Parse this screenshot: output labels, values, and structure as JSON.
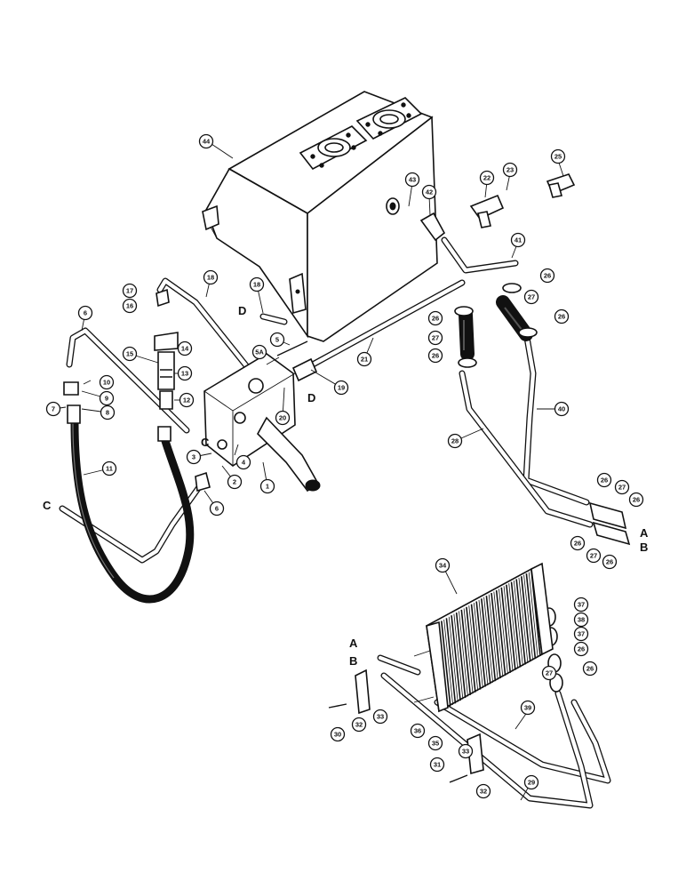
{
  "callouts": [
    "1",
    "2",
    "3",
    "4",
    "5",
    "5A",
    "6",
    "6",
    "7",
    "8",
    "9",
    "10",
    "11",
    "12",
    "13",
    "14",
    "15",
    "16",
    "17",
    "18",
    "18",
    "19",
    "20",
    "21",
    "22",
    "23",
    "25",
    "26",
    "26",
    "26",
    "26",
    "26",
    "26",
    "26",
    "26",
    "26",
    "26",
    "27",
    "27",
    "27",
    "27",
    "27",
    "28",
    "29",
    "30",
    "31",
    "32",
    "32",
    "33",
    "33",
    "34",
    "35",
    "36",
    "37",
    "37",
    "38",
    "39",
    "40",
    "41",
    "42",
    "43",
    "44"
  ],
  "letters": {
    "a": "A",
    "b": "B",
    "c": "C",
    "d": "D"
  }
}
